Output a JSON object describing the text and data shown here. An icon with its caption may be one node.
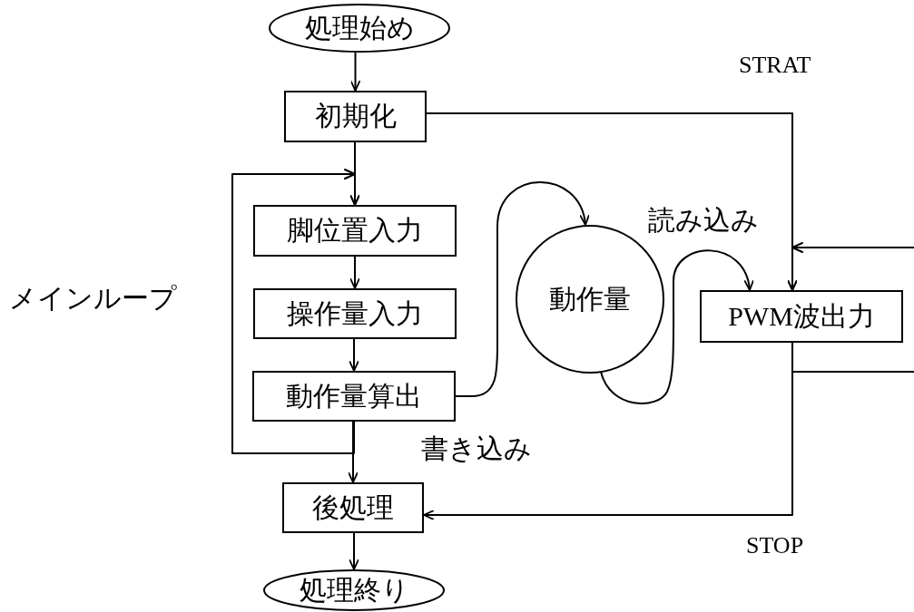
{
  "diagram": {
    "nodes": [
      {
        "text": [
          "処理始め"
        ]
      },
      {
        "text": [
          "初期化"
        ]
      },
      {
        "text": [
          "脚位置入力"
        ]
      },
      {
        "text": [
          "操作量入力"
        ]
      },
      {
        "text": [
          "動作量算出"
        ]
      },
      {
        "text": [
          "後処理"
        ]
      },
      {
        "text": [
          "処理終り"
        ]
      },
      {
        "text": [
          "動作量"
        ]
      },
      {
        "text": [
          "PWM波出力"
        ]
      }
    ],
    "edges": [
      {
        "from": 0,
        "to": 1,
        "arrow": "to"
      },
      {
        "from": 1,
        "to": 2,
        "arrow": "to"
      },
      {
        "from": 2,
        "to": 3,
        "arrow": "to"
      },
      {
        "from": 3,
        "to": 4,
        "arrow": "to"
      },
      {
        "from": 4,
        "to": 2,
        "arrow": "to"
      },
      {
        "from": 4,
        "to": 5,
        "arrow": "to"
      },
      {
        "from": 5,
        "to": 6,
        "arrow": "to"
      },
      {
        "from": 4,
        "to": 7,
        "arrow": "to",
        "label": "書き込み"
      },
      {
        "from": 7,
        "to": 8,
        "arrow": "to",
        "label": "読み込み"
      },
      {
        "from": 1,
        "to": 8,
        "arrow": "to",
        "label": "STRAT"
      },
      {
        "from": 8,
        "to": 5,
        "arrow": "to",
        "label": "STOP"
      },
      {
        "from": null,
        "to": 8,
        "arrow": "to"
      },
      {
        "from": 8,
        "to": null,
        "arrow": "none"
      }
    ],
    "labels": [
      "メインループ"
    ]
  }
}
